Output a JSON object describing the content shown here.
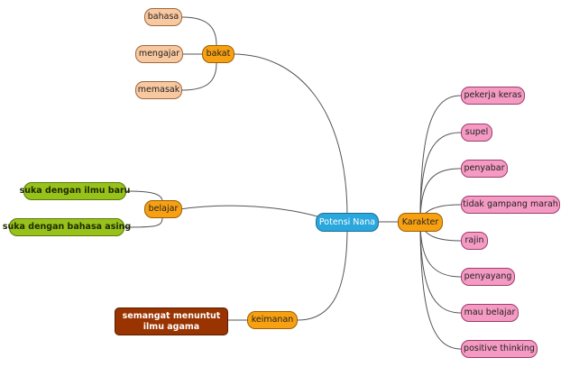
{
  "root": {
    "label": "Potensi Nana"
  },
  "branches": {
    "bakat": {
      "label": "bakat",
      "children": [
        "bahasa",
        "mengajar",
        "memasak"
      ]
    },
    "belajar": {
      "label": "belajar",
      "children": [
        "suka dengan ilmu baru",
        "suka dengan bahasa asing"
      ]
    },
    "keimanan": {
      "label": "keimanan",
      "children": [
        "semangat menuntut ilmu agama"
      ]
    },
    "karakter": {
      "label": "Karakter",
      "children": [
        "pekerja keras",
        "supel",
        "penyabar",
        "tidak gampang marah",
        "rajin",
        "penyayang",
        "mau belajar",
        "positive thinking"
      ]
    }
  },
  "colors": {
    "root": "#2aa7dd",
    "branch": "#f7a112",
    "bakat_child": "#f8c8a0",
    "belajar_child": "#97c21b",
    "keimanan_child": "#993300",
    "karakter_child": "#f49ac3",
    "link": "#555555"
  }
}
